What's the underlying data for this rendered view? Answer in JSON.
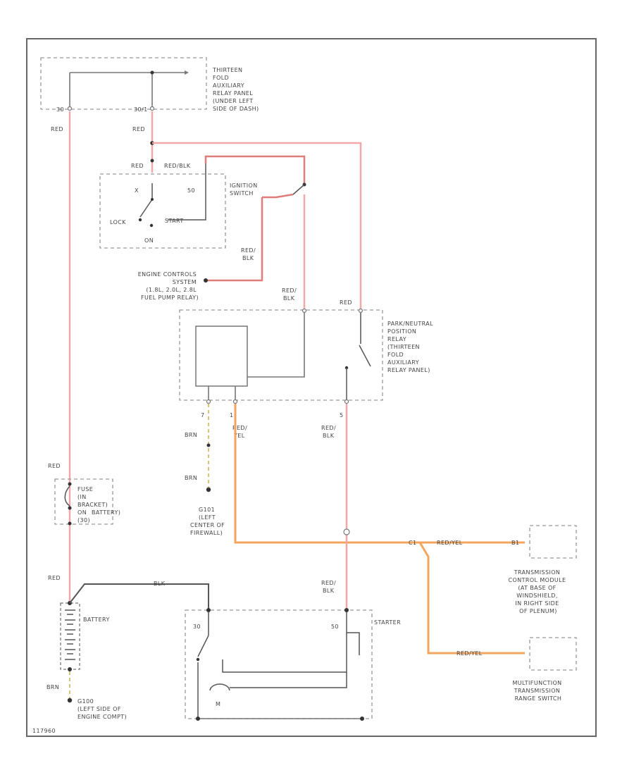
{
  "labels": {
    "relay_panel": [
      "THIRTEEN",
      "FOLD",
      "AUXILIARY",
      "RELAY PANEL",
      "(UNDER LEFT",
      "SIDE OF DASH)"
    ],
    "pin_30_top": "30",
    "pin_30_top2": "30/1",
    "red_1": "RED",
    "red_2": "RED",
    "red_3": "RED",
    "red_blk_top": "RED/BLK",
    "ign_x": "X",
    "ign_50": "50",
    "ign_lock": "LOCK",
    "ign_start": "START",
    "ign_on": "ON",
    "ignition_switch": [
      "IGNITION",
      "SWITCH"
    ],
    "red_blk_1": [
      "RED/",
      "BLK"
    ],
    "engine_controls": [
      "ENGINE CONTROLS",
      "SYSTEM",
      "(1.8L, 2.0L, 2.8L",
      "FUEL PUMP RELAY)"
    ],
    "red_blk_2": [
      "RED/",
      "BLK"
    ],
    "red_4": "RED",
    "park_relay": [
      "PARK/NEUTRAL",
      "POSITION",
      "RELAY",
      "(THIRTEEN",
      "FOLD",
      "AUXILIARY",
      "RELAY PANEL)"
    ],
    "pin_7": "7",
    "pin_1": "1",
    "pin_5": "5",
    "brn_1": "BRN",
    "red_yel": [
      "RED/",
      "YEL"
    ],
    "red_blk_3": [
      "RED/",
      "BLK"
    ],
    "brn_2": "BRN",
    "red_5": "RED",
    "fuse": [
      "FUSE",
      "(IN",
      "BRACKET)",
      "ON",
      "BATTERY)",
      "(30)"
    ],
    "g101": [
      "G101",
      "(LEFT",
      "CENTER OF",
      "FIREWALL)"
    ],
    "red_yel_h1": "RED/YEL",
    "red_yel_h2": "RED/YEL",
    "pin_c1": "C1",
    "tcm": [
      "TRANSMISSION",
      "CONTROL MODULE",
      "(AT BASE OF",
      "WINDSHIELD,",
      "IN RIGHT SIDE",
      "OF PLENUM)"
    ],
    "multifunction": [
      "MULTIFUNCTION",
      "TRANSMISSION",
      "RANGE SWITCH"
    ],
    "red_6": "RED",
    "blk": "BLK",
    "red_blk_4": [
      "RED/",
      "BLK"
    ],
    "battery": "BATTERY",
    "starter": "STARTER",
    "st_30": "30",
    "st_50": "50",
    "st_m": "M",
    "brn_3": "BRN",
    "g100": [
      "G100",
      "(LEFT SIDE OF",
      "ENGINE COMPT)"
    ],
    "pin_b1": "B1",
    "corner_code": "117960"
  }
}
